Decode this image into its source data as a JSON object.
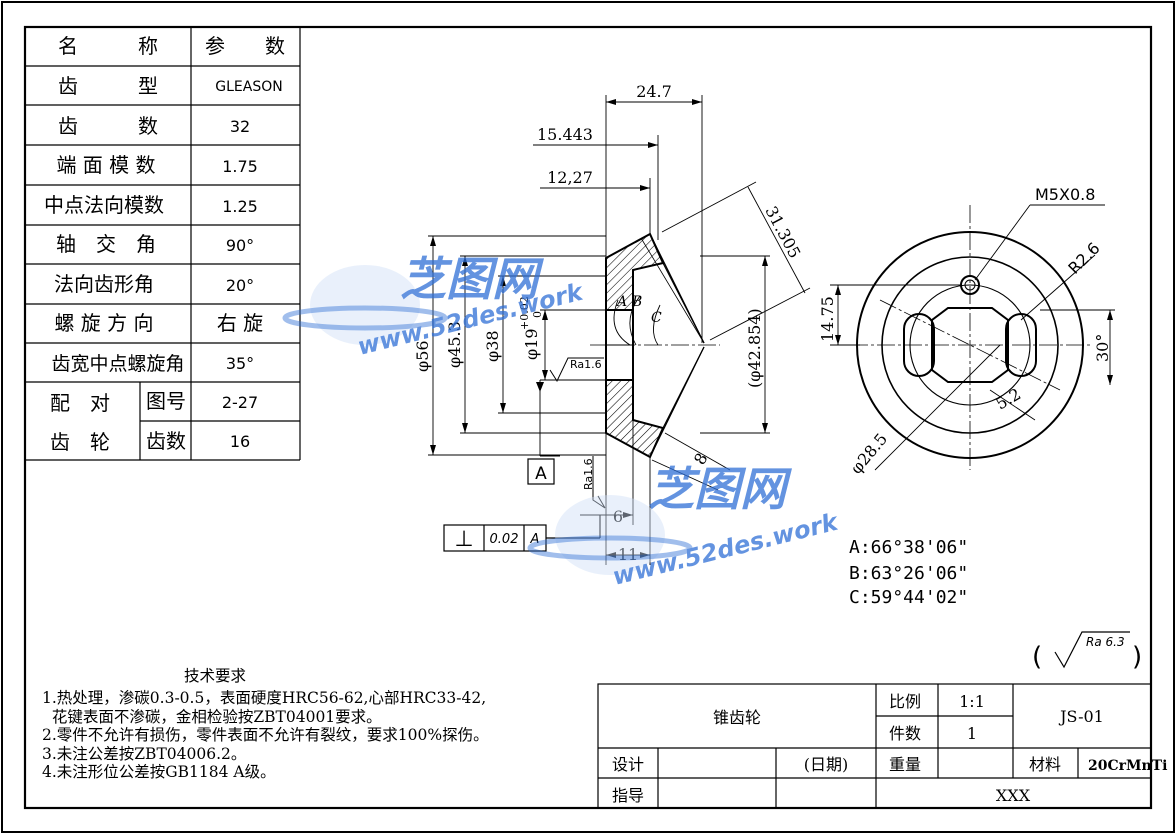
{
  "params_table": {
    "header": {
      "name": "名　　　称",
      "value": "参　　数"
    },
    "rows": [
      {
        "name": "齿　　　型",
        "value": "GLEASON"
      },
      {
        "name": "齿　　　数",
        "value": "32"
      },
      {
        "name": "端 面 模 数",
        "value": "1.75"
      },
      {
        "name": "中点法向模数",
        "value": "1.25"
      },
      {
        "name": "轴　交　角",
        "value": "90°"
      },
      {
        "name": "法向齿形角",
        "value": "20°"
      },
      {
        "name": "螺 旋 方 向",
        "value": "右 旋"
      },
      {
        "name": "齿宽中点螺旋角",
        "value": "35°"
      }
    ],
    "mating": {
      "label_top": "配　对",
      "label_bottom": "齿　轮",
      "rows": [
        {
          "name": "图号",
          "value": "2-27"
        },
        {
          "name": "齿数",
          "value": "16"
        }
      ]
    }
  },
  "dimensions": {
    "d_24_7": "24.7",
    "d_15_443": "15.443",
    "d_12_27": "12,27",
    "d_31_305": "31.305",
    "d_phi56": "φ56",
    "d_phi45_3": "φ45.3",
    "d_phi38": "φ38",
    "d_phi19": "φ19",
    "d_phi19_tol_upper": "+0.02",
    "d_phi19_tol_lower": "0",
    "d_phi42_854": "(φ42.854)",
    "d_6": "6",
    "d_11": "11",
    "d_8": "8",
    "angle_A": "A",
    "angle_B": "B",
    "angle_C": "C",
    "rough_1": "Ra1.6",
    "rough_2": "Ra1.6",
    "datum": "A",
    "m5": "M5X0.8",
    "r2_6": "R2.6",
    "d_14_75": "14.75",
    "ang_30": "30°",
    "d_5_2": "5.2",
    "d_phi28_5": "φ28.5"
  },
  "gdt": {
    "symbol": "⊥",
    "tolerance": "0.02",
    "datum": "A"
  },
  "angles": {
    "A": "A:66°38'06\"",
    "B": "B:63°26'06\"",
    "C": "C:59°44'02\""
  },
  "default_roughness": "Ra 6.3",
  "tech_requirements": {
    "title": "技术要求",
    "lines": [
      "1.热处理，渗碳0.3-0.5，表面硬度HRC56-62,心部HRC33-42,",
      "  花键表面不渗碳，金相检验按ZBT04001要求。",
      "2.零件不允许有损伤，零件表面不允许有裂纹，要求100%探伤。",
      "3.未注公差按ZBT04006.2。",
      "4.未注形位公差按GB1184 A级。"
    ]
  },
  "title_block": {
    "part_name": "锥齿轮",
    "scale_label": "比例",
    "scale": "1:1",
    "qty_label": "件数",
    "qty": "1",
    "drawing_no": "JS-01",
    "design_label": "设计",
    "date_label": "(日期)",
    "weight_label": "重量",
    "material_label": "材料",
    "material": "20CrMnTi",
    "guide_label": "指导",
    "org": "XXX"
  },
  "watermark": {
    "brand": "芝图网",
    "url": "www.52des.work"
  },
  "colors": {
    "line": "#000000",
    "watermark": "#2f6fd6"
  }
}
